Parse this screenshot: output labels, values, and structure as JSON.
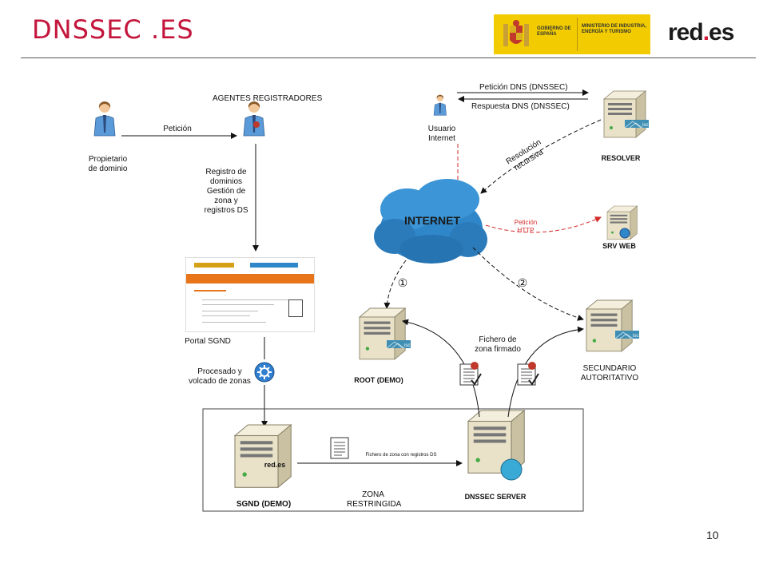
{
  "header": {
    "title": "DNSSEC .ES",
    "gov_logo_line1": "GOBIERNO DE ESPAÑA",
    "gov_logo_line2": "MINISTERIO DE INDUSTRIA, ENERGÍA Y TURISMO",
    "brand_logo_main": "red",
    "brand_logo_dot": ".",
    "brand_logo_suffix": "es"
  },
  "diagram": {
    "propietario": "Propietario\nde dominio",
    "peticion": "Petición",
    "agentes": "AGENTES REGISTRADORES",
    "registro": "Registro de\ndominios\nGestión de\nzona y\nregistros DS",
    "portal": "Portal SGND",
    "procesado": "Procesado y\nvolcado de zonas",
    "sgnd": "SGND (DEMO)",
    "sgnd_brand": "red.es",
    "fichero_ds": "Fichero de zona con registros DS",
    "zona": "ZONA\nRESTRINGIDA",
    "dnssec_server": "DNSSEC SERVER",
    "usuario": "Usuario\nInternet",
    "peticion_dns": "Petición DNS (DNSSEC)",
    "respuesta_dns": "Respuesta DNS (DNSSEC)",
    "resolver": "RESOLVER",
    "resolucion": "Resolución\nrecursiva",
    "internet": "INTERNET",
    "peticion_http": "Petición\nHTTP",
    "srv_web": "SRV WEB",
    "step1": "①",
    "step2": "②",
    "root": "ROOT (DEMO)",
    "fichero_firmado": "Fichero de\nzona firmado",
    "secundario": "SECUNDARIO\nAUTORITATIVO"
  },
  "footer": {
    "page_number": "10"
  },
  "colors": {
    "title_red": "#c4163c",
    "gov_yellow": "#f2cc00",
    "cloud_blue": "#2f86c9",
    "server_beige": "#e9e2c8",
    "http_red": "#d42a2a"
  }
}
